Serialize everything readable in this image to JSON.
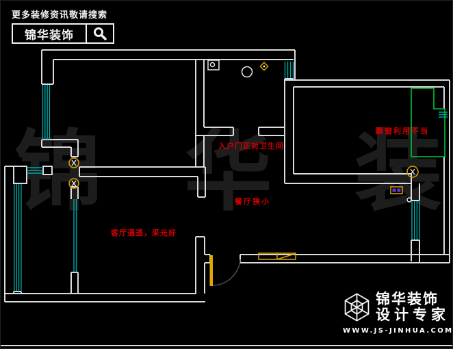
{
  "header": {
    "tagline": "更多装修资讯敬请搜索",
    "brand": "锦华装饰",
    "search_icon": "magnifier-icon"
  },
  "watermark": {
    "text": "锦 华 装 饰"
  },
  "floor_plan": {
    "annotations": {
      "entry": "入户门正对卫生间",
      "dining": "餐厅狭小",
      "living": "客厅通透，采光好",
      "bay_window": "飘窗利用不当"
    },
    "colors": {
      "wall": "#dcdcdc",
      "window": "#00a8a8",
      "bay_window": "#00c632",
      "fixture_yellow": "#d9a400",
      "annotation_red": "#d40000",
      "watermark_gray": "#1d1d1d"
    }
  },
  "footer": {
    "logo_icon": "cube-logo-icon",
    "brand": "锦华装饰",
    "slogan": "设计专家",
    "website": "WWW.JS-JINHUA.COM"
  }
}
